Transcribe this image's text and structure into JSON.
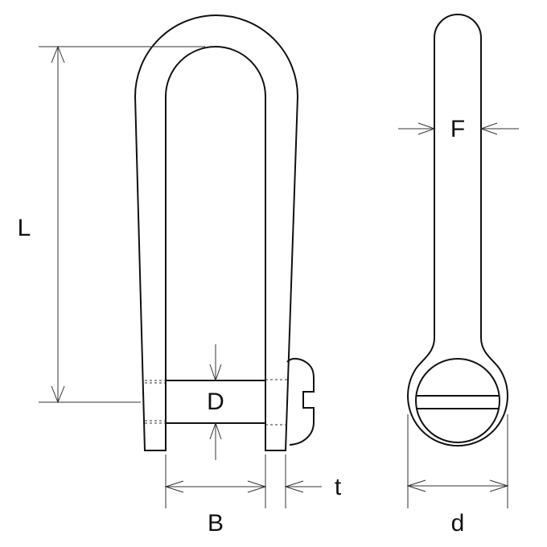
{
  "labels": {
    "L": "L",
    "D": "D",
    "B": "B",
    "t": "t",
    "F": "F",
    "d": "d"
  }
}
